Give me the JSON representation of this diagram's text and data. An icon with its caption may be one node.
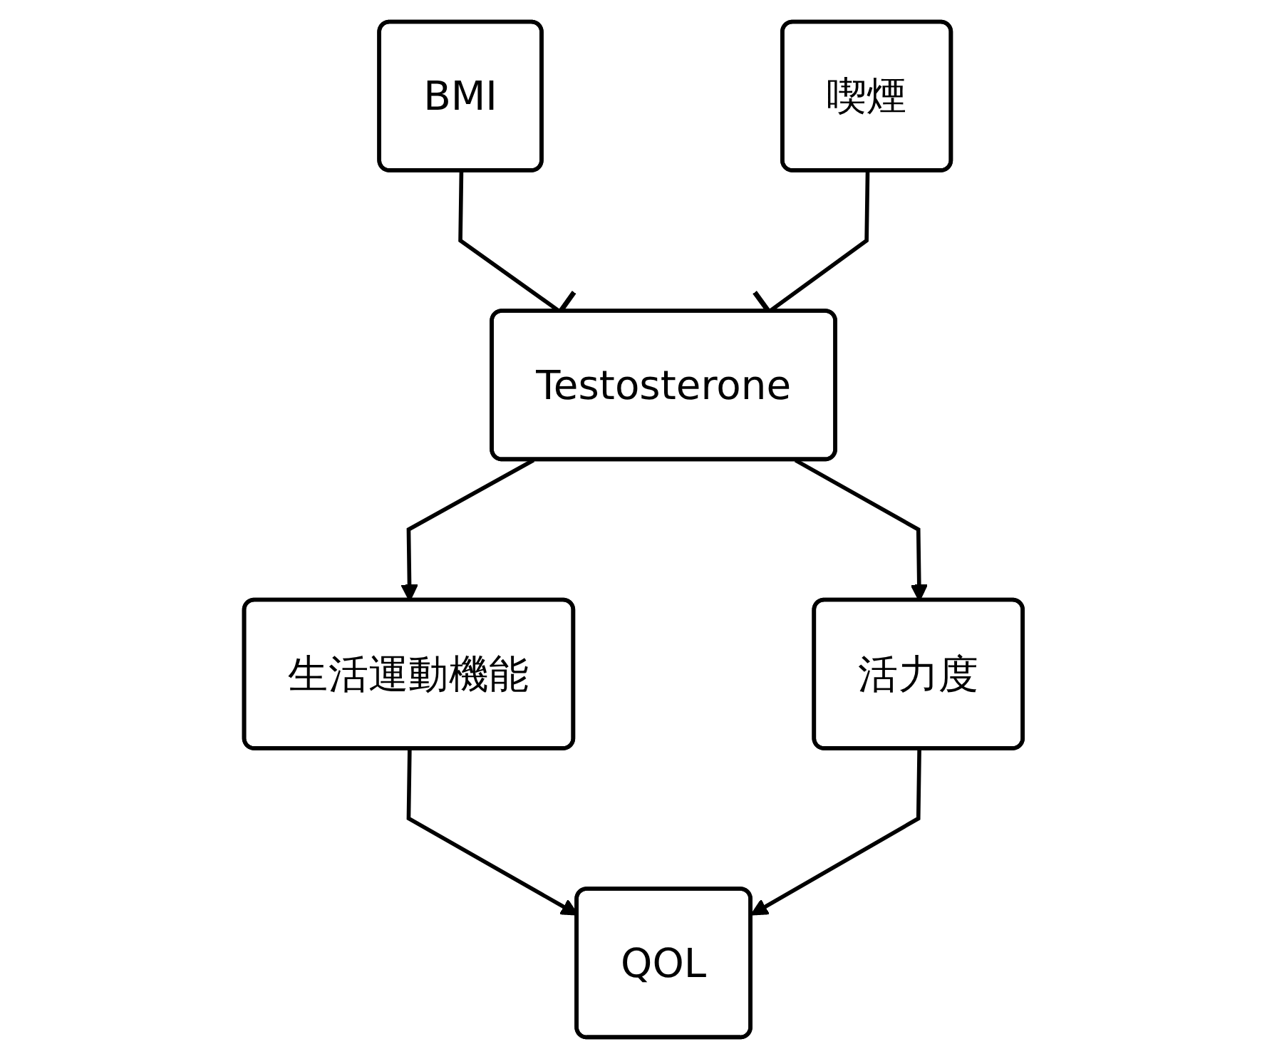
{
  "diagram": {
    "nodes": [
      {
        "text": [
          "BMI"
        ]
      },
      {
        "text": [
          "喫煙"
        ]
      },
      {
        "text": [
          "Testosterone"
        ]
      },
      {
        "text": [
          "生活運動機能"
        ]
      },
      {
        "text": [
          "活力度"
        ]
      },
      {
        "text": [
          "QOL"
        ]
      }
    ],
    "edges": [
      {
        "from": 0,
        "to": 2,
        "arrow": "other"
      },
      {
        "from": 1,
        "to": 2,
        "arrow": "other"
      },
      {
        "from": 2,
        "to": 3,
        "arrow": "to"
      },
      {
        "from": 2,
        "to": 4,
        "arrow": "to"
      },
      {
        "from": 3,
        "to": 5,
        "arrow": "to"
      },
      {
        "from": 4,
        "to": 5,
        "arrow": "to"
      }
    ]
  }
}
